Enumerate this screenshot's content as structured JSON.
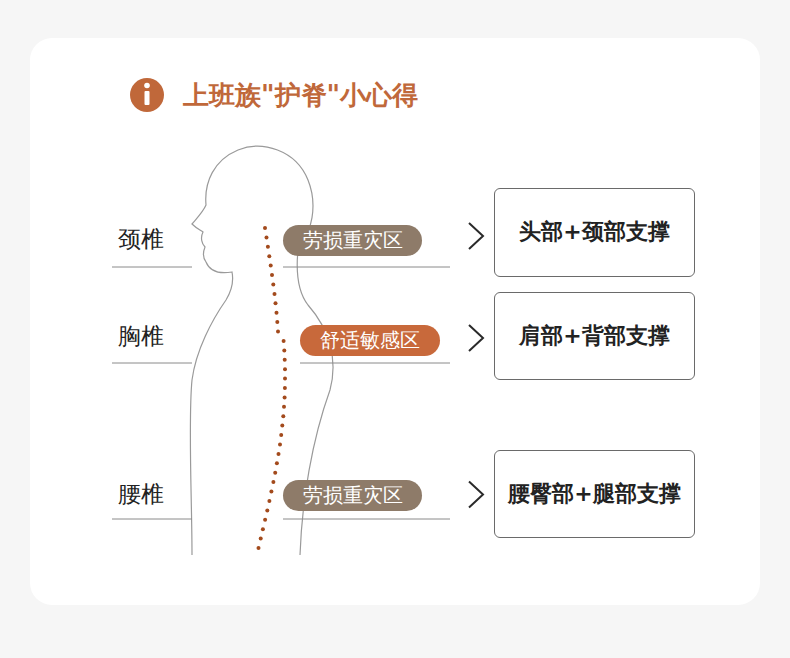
{
  "diagram": {
    "title": "上班族\"护脊\"小心得",
    "nodes": [
      {
        "text": [
          "劳损重灾区"
        ]
      },
      {
        "text": [
          "头部+颈部支撑"
        ]
      },
      {
        "text": [
          "舒适敏感区"
        ]
      },
      {
        "text": [
          "肩部+背部支撑"
        ]
      },
      {
        "text": [
          "劳损重灾区"
        ]
      },
      {
        "text": [
          "腰臀部+腿部支撑"
        ]
      }
    ],
    "edges": [
      {
        "from": 0,
        "to": 1,
        "arrow": "to"
      },
      {
        "from": 2,
        "to": 3,
        "arrow": "to"
      },
      {
        "from": 4,
        "to": 5,
        "arrow": "to"
      }
    ],
    "labels": [
      "颈椎",
      "胸椎",
      "腰椎"
    ]
  }
}
